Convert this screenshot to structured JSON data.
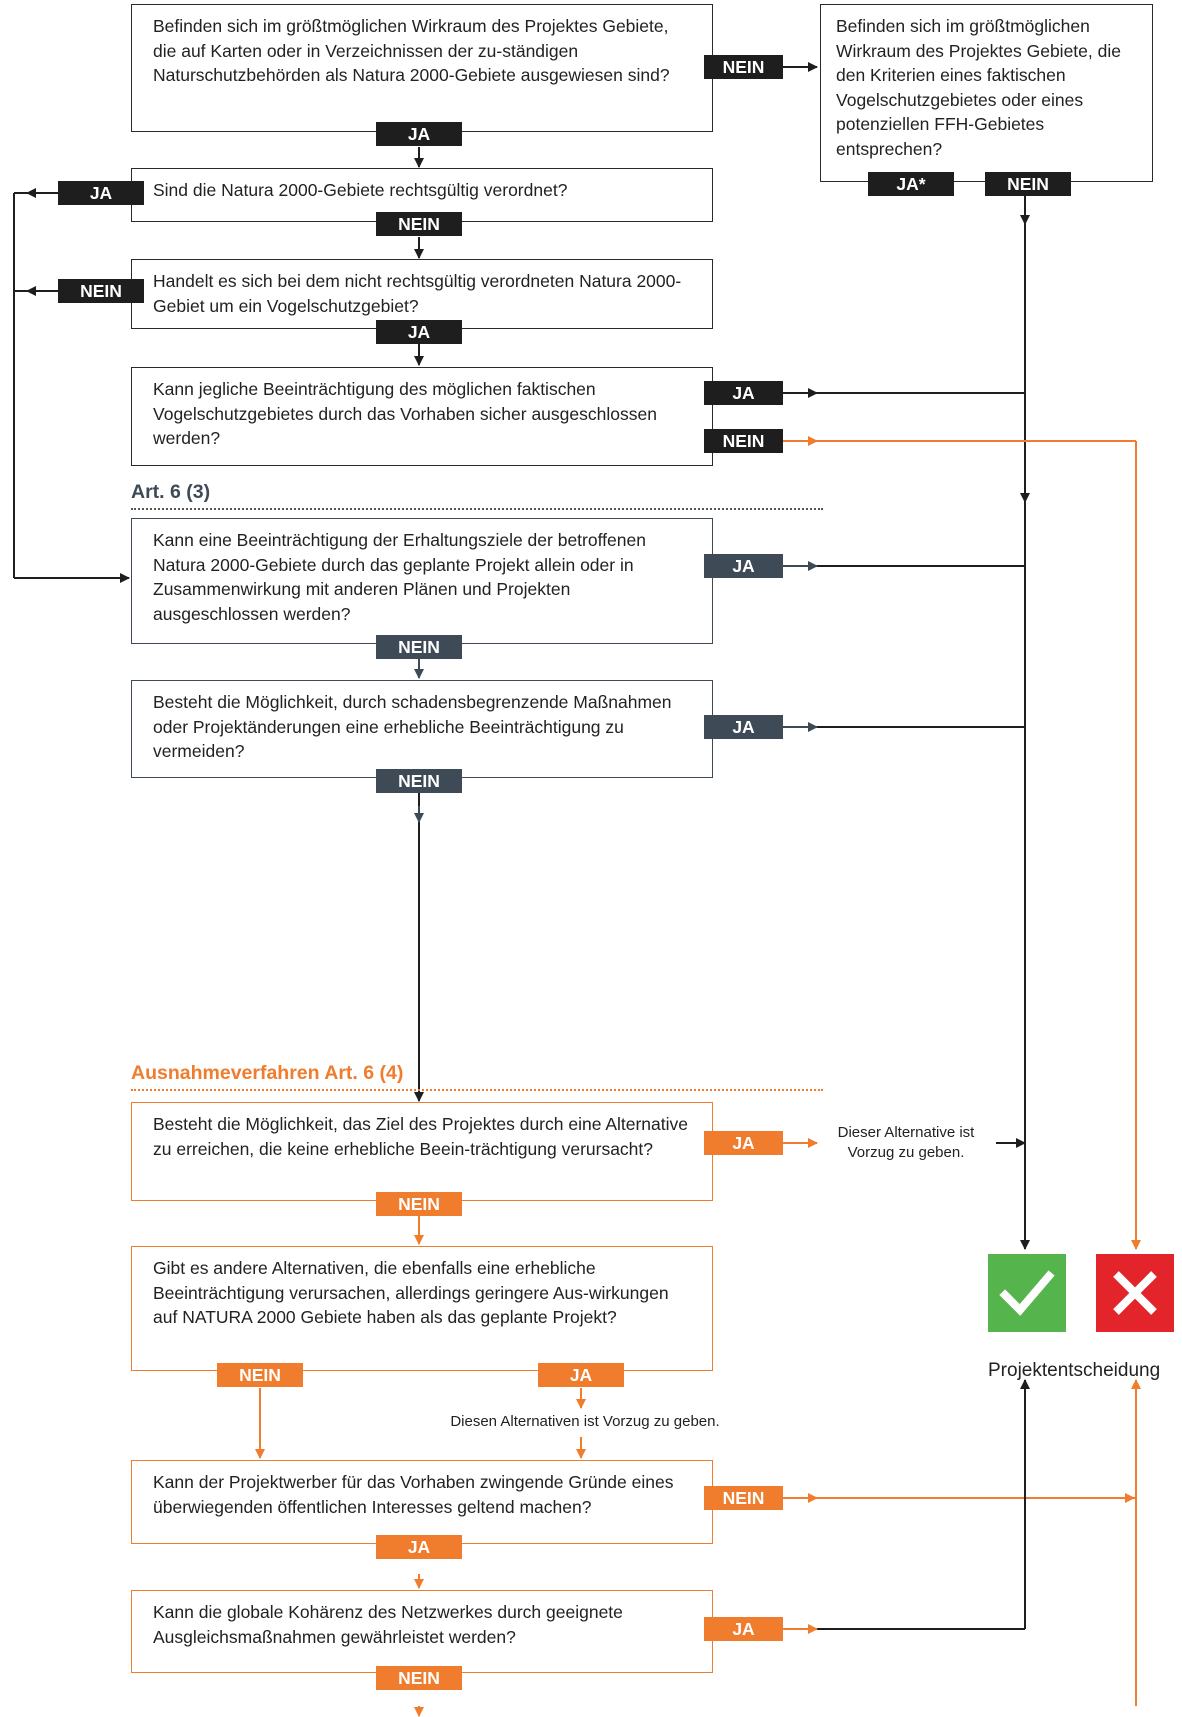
{
  "colors": {
    "black": "#1e1e1e",
    "slate": "#3e4a56",
    "orange": "#ef7d2d",
    "green": "#56b44c",
    "red": "#e3242b"
  },
  "questions": {
    "q1": "Befinden sich im größtmöglichen Wirkraum des Projektes Gebiete, die auf Karten oder in Verzeichnissen der zu-ständigen Naturschutzbehörden als Natura 2000-Gebiete ausgewiesen sind?",
    "q_side": "Befinden sich im größtmöglichen Wirkraum des Projektes Gebiete, die den Kriterien eines faktischen Vogelschutzgebietes oder eines potenziellen FFH-Gebietes entsprechen?",
    "q2": "Sind die Natura 2000-Gebiete rechtsgültig verordnet?",
    "q3": "Handelt es sich bei dem nicht rechtsgültig verordneten Natura 2000-Gebiet um ein Vogelschutzgebiet?",
    "q4": "Kann jegliche Beeinträchtigung des möglichen faktischen Vogelschutzgebietes durch das Vorhaben sicher ausgeschlossen werden?",
    "q5": "Kann eine Beeinträchtigung der Erhaltungsziele der betroffenen Natura 2000-Gebiete durch das geplante Projekt allein oder in Zusammenwirkung mit anderen Plänen und Projekten ausgeschlossen werden?",
    "q6": "Besteht die Möglichkeit, durch schadensbegrenzende Maßnahmen oder Projektänderungen eine erhebliche Beeinträchtigung zu vermeiden?",
    "q7": "Besteht die Möglichkeit, das Ziel des Projektes durch eine Alternative zu erreichen, die keine erhebliche Beein-trächtigung verursacht?",
    "q8": "Gibt es andere Alternativen, die ebenfalls eine erhebliche Beeinträchtigung verursachen, allerdings geringere Aus-wirkungen auf NATURA 2000 Gebiete haben als das geplante Projekt?",
    "q9": "Kann der Projektwerber für das Vorhaben zwingende Gründe eines überwiegenden öffentlichen Interesses geltend machen?",
    "q10": "Kann die globale Kohärenz des Netzwerkes durch geeignete Ausgleichsmaßnahmen gewährleistet werden?"
  },
  "labels": {
    "ja": "JA",
    "nein": "NEIN",
    "ja_star": "JA*"
  },
  "sections": {
    "art63": "Art. 6 (3)",
    "art64": "Ausnahmeverfahren Art. 6 (4)"
  },
  "notes": {
    "alt1": "Dieser Alternative ist Vorzug zu geben.",
    "alt2": "Diesen Alternativen ist Vorzug zu geben."
  },
  "decision": "Projektentscheidung",
  "icons": {
    "approve": "check-icon",
    "reject": "cross-icon"
  }
}
